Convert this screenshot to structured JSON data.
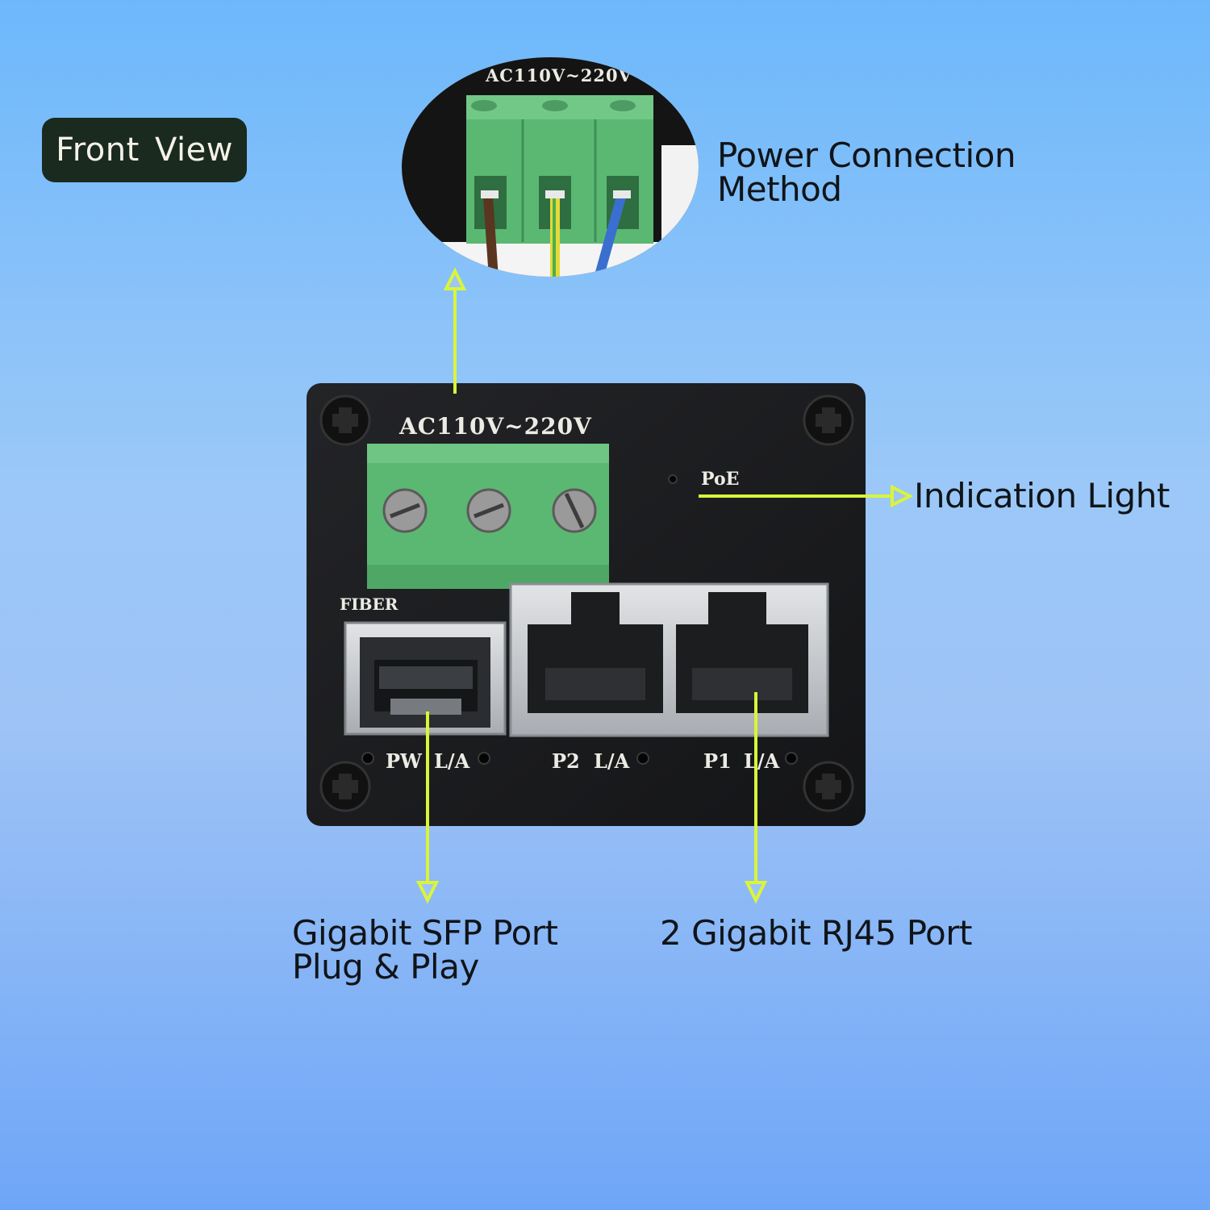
{
  "badge": {
    "title": "Front View"
  },
  "callouts": {
    "power": {
      "line1": "Power Connection",
      "line2": "Method"
    },
    "indication": {
      "label": "Indication Light"
    },
    "sfp": {
      "line1": "Gigabit SFP Port",
      "line2": "Plug & Play"
    },
    "rj45": {
      "label": "2 Gigabit RJ45 Port"
    }
  },
  "device": {
    "voltage_label": "AC110V~220V",
    "poe_label": "PoE",
    "fiber_label": "FIBER",
    "pw_label": "PW",
    "sfp_la_label": "L/A",
    "p2_label": "P2",
    "p2_la_label": "L/A",
    "p1_label": "P1",
    "p1_la_label": "L/A"
  },
  "zoom_inset": {
    "voltage_label": "AC110V~220V"
  },
  "colors": {
    "arrow": "#d9f53a",
    "terminal_green": "#5bb872",
    "device_body": "#1a1b1d",
    "badge_bg": "#1b2a1e"
  }
}
